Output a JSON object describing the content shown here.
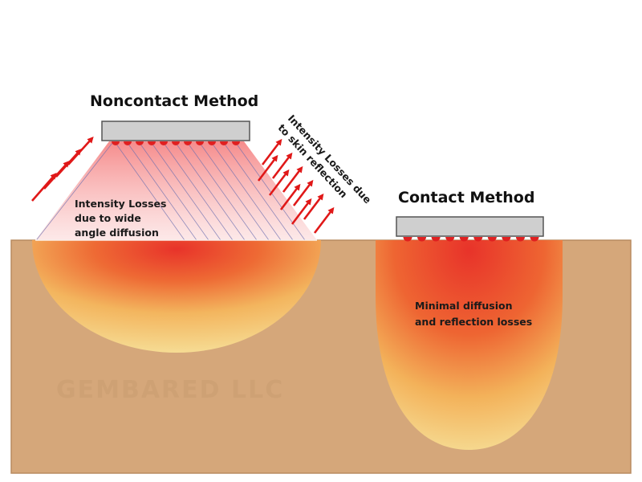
{
  "diagram": {
    "noncontact": {
      "title": "Noncontact Method",
      "diffusion_loss_note": [
        "Intensity Losses",
        "due to  wide",
        "angle diffusion"
      ],
      "reflection_loss_note": [
        "Intensity Losses due",
        "to skin reflection"
      ],
      "diode_count": 11
    },
    "contact": {
      "title": "Contact Method",
      "effect_note": [
        "Minimal diffusion",
        "and reflection losses"
      ],
      "diode_count": 10
    },
    "watermark": "GEMBARED LLC",
    "colors": {
      "skin": "#d5a77a",
      "skin_border": "#b88b60",
      "device_fill": "#cfcfcf",
      "device_stroke": "#555555",
      "diode": "#e02020",
      "heat_core": "#e8332a",
      "heat_mid": "#f08a3a",
      "heat_edge": "#f6d98e",
      "beam": "#f7a5a5",
      "reflection_arrow": "#e01818"
    }
  }
}
